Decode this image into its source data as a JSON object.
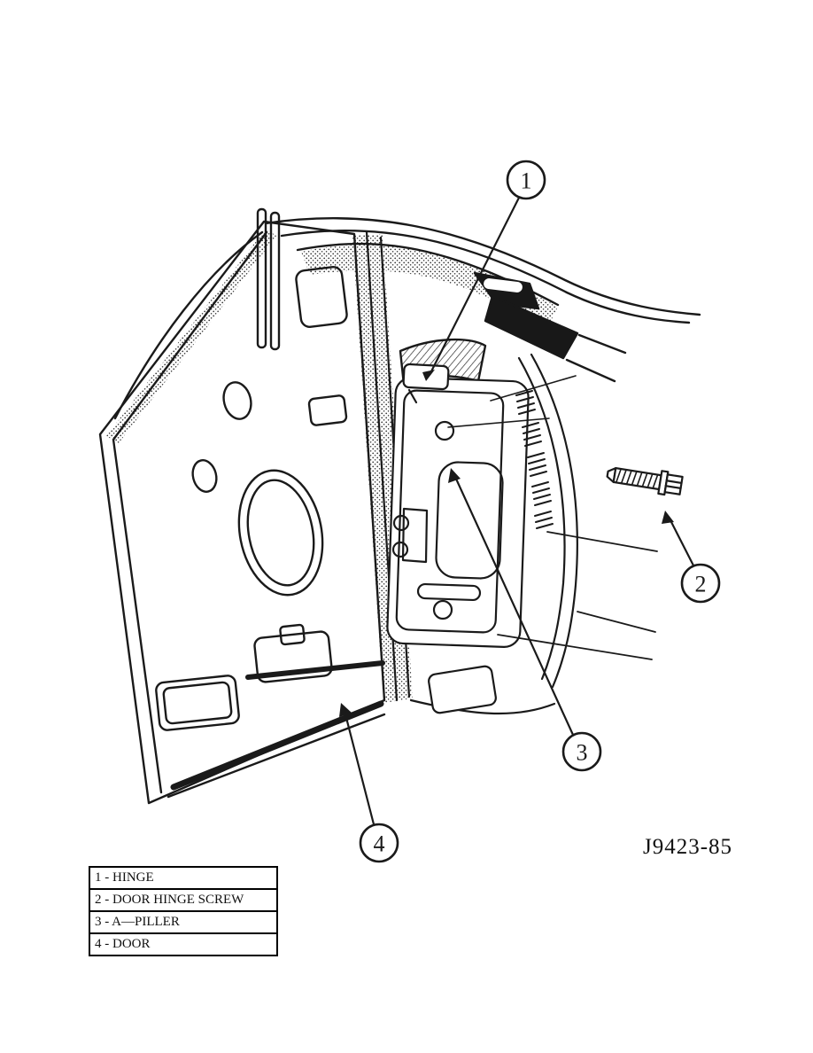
{
  "figure": {
    "code": "J9423-85"
  },
  "callouts": [
    {
      "number": "1"
    },
    {
      "number": "2"
    },
    {
      "number": "3"
    },
    {
      "number": "4"
    }
  ],
  "legend": {
    "rows": [
      {
        "label": "1 - HINGE"
      },
      {
        "label": "2 - DOOR HINGE SCREW"
      },
      {
        "label": "3 - A—PILLER"
      },
      {
        "label": "4 - DOOR"
      }
    ]
  },
  "colors": {
    "ink": "#1a1a1a",
    "paper": "#ffffff"
  }
}
